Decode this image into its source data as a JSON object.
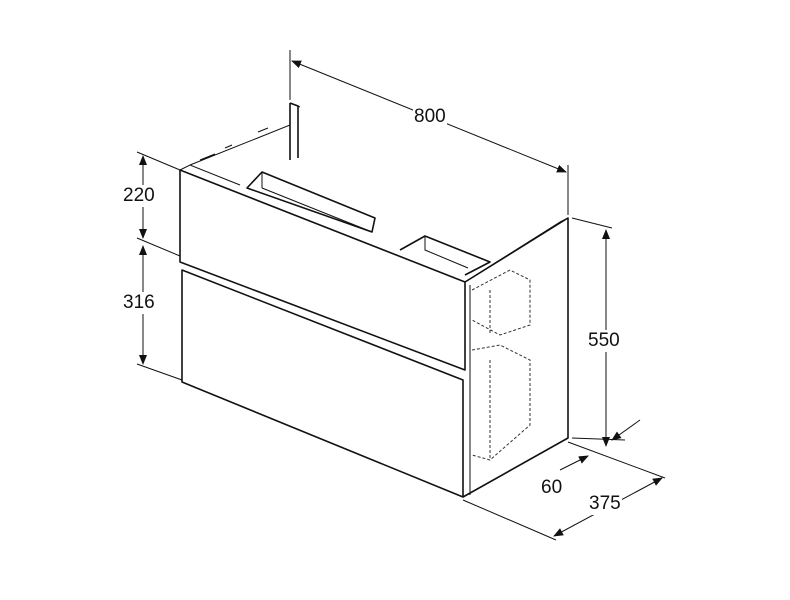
{
  "dimensions": {
    "width": "800",
    "height_top_drawer": "220",
    "height_bottom_drawer": "316",
    "total_height": "550",
    "side_offset": "60",
    "depth": "375"
  }
}
